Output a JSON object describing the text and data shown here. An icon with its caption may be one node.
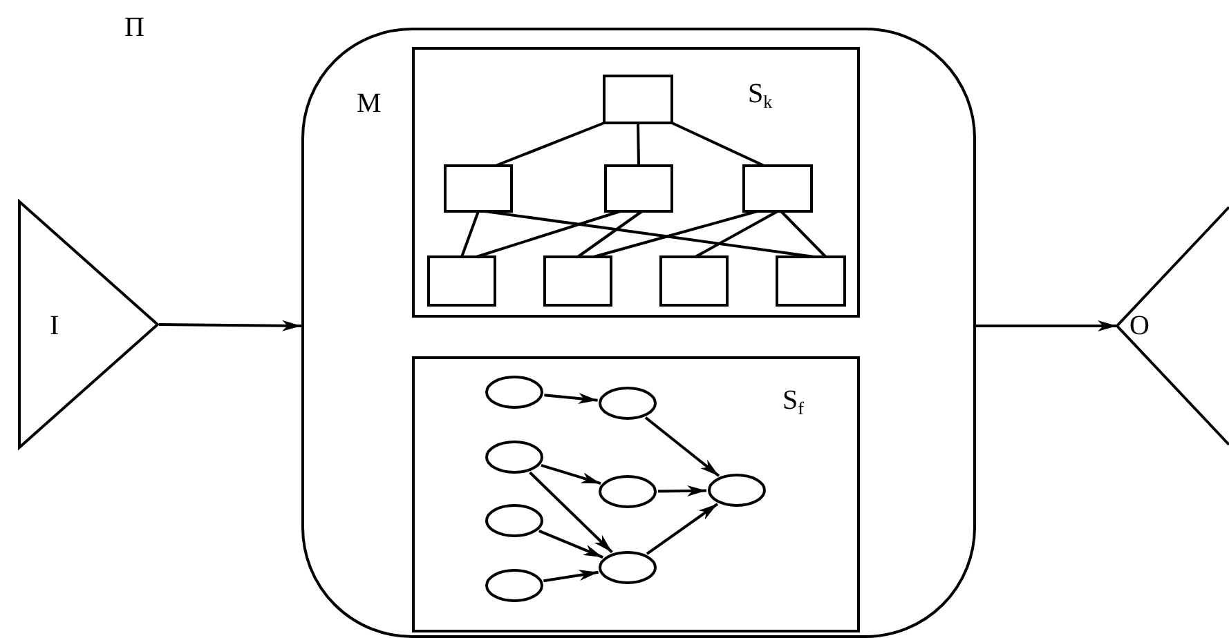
{
  "diagram": {
    "nodes": [
      {
        "text": [
          "I"
        ]
      },
      {
        "text": [
          "M"
        ]
      },
      {
        "text": [
          "S$_{k}$"
        ],
        "in": 1
      },
      {
        "text": [
          "S$_{f}$"
        ],
        "in": 1
      },
      {
        "text": [
          "O"
        ]
      },
      {
        "text": [],
        "shape": "box",
        "in": 2
      },
      {
        "text": [],
        "shape": "box",
        "in": 2
      },
      {
        "text": [],
        "shape": "box",
        "in": 2
      },
      {
        "text": [],
        "shape": "box",
        "in": 2
      },
      {
        "text": [],
        "shape": "box",
        "in": 2
      },
      {
        "text": [],
        "shape": "box",
        "in": 2
      },
      {
        "text": [],
        "shape": "box",
        "in": 2
      },
      {
        "text": [],
        "shape": "box",
        "in": 2
      },
      {
        "text": [],
        "shape": "ellipse",
        "in": 3
      },
      {
        "text": [],
        "shape": "ellipse",
        "in": 3
      },
      {
        "text": [],
        "shape": "ellipse",
        "in": 3
      },
      {
        "text": [],
        "shape": "ellipse",
        "in": 3
      },
      {
        "text": [],
        "shape": "ellipse",
        "in": 3
      },
      {
        "text": [],
        "shape": "ellipse",
        "in": 3
      },
      {
        "text": [],
        "shape": "ellipse",
        "in": 3
      },
      {
        "text": [],
        "shape": "ellipse",
        "in": 3
      }
    ],
    "edges": [
      {
        "from": 0,
        "to": 1,
        "arrow": "to"
      },
      {
        "from": 1,
        "to": 4,
        "arrow": "to"
      },
      {
        "from": 5,
        "to": 6,
        "arrow": "none"
      },
      {
        "from": 5,
        "to": 7,
        "arrow": "none"
      },
      {
        "from": 5,
        "to": 8,
        "arrow": "none"
      },
      {
        "from": 6,
        "to": 9,
        "arrow": "none"
      },
      {
        "from": 6,
        "to": 12,
        "arrow": "none"
      },
      {
        "from": 7,
        "to": 9,
        "arrow": "none"
      },
      {
        "from": 7,
        "to": 10,
        "arrow": "none"
      },
      {
        "from": 8,
        "to": 10,
        "arrow": "none"
      },
      {
        "from": 8,
        "to": 11,
        "arrow": "none"
      },
      {
        "from": 8,
        "to": 12,
        "arrow": "none"
      },
      {
        "from": 13,
        "to": 14,
        "arrow": "to"
      },
      {
        "from": 14,
        "to": 17,
        "arrow": "to"
      },
      {
        "from": 15,
        "to": 16,
        "arrow": "to"
      },
      {
        "from": 15,
        "to": 19,
        "arrow": "to"
      },
      {
        "from": 16,
        "to": 17,
        "arrow": "to"
      },
      {
        "from": 18,
        "to": 19,
        "arrow": "to"
      },
      {
        "from": 20,
        "to": 19,
        "arrow": "to"
      },
      {
        "from": 19,
        "to": 17,
        "arrow": "to"
      }
    ],
    "labels": [
      "Π"
    ]
  }
}
